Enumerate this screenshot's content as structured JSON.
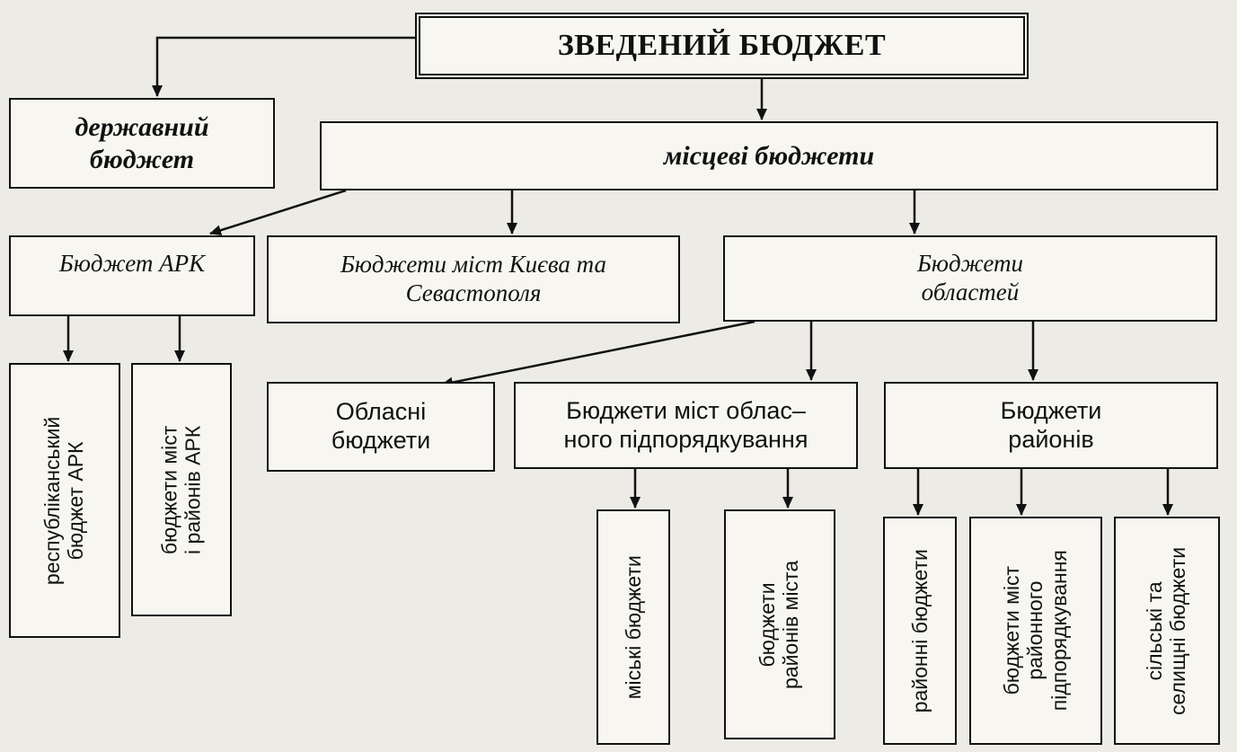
{
  "nodes": {
    "root": "ЗВЕДЕНИЙ БЮДЖЕТ",
    "state_budget": "державний\nбюджет",
    "local_budgets": "місцеві бюджети",
    "ark_budget": "Бюджет АРК",
    "kyiv_sevastopol": "Бюджети міст Києва та\nСевастополя",
    "oblast_budgets": "Бюджети\nобластей",
    "ark_republic": "республіканський\nбюджет АРК",
    "ark_cities_districts": "бюджети міст\nі районів АРК",
    "regional_budgets": "Обласні\nбюджети",
    "oblast_cities": "Бюджети міст облас–\nного підпорядкування",
    "district_budgets": "Бюджети\nрайонів",
    "city_budgets": "міські бюджети",
    "city_district_budgets": "бюджети\nрайонів міста",
    "raion_budgets": "районні бюджети",
    "raion_cities": "бюджети міст\nрайонного\nпідпорядкування",
    "village_budgets": "сільські та\nселищні бюджети"
  }
}
